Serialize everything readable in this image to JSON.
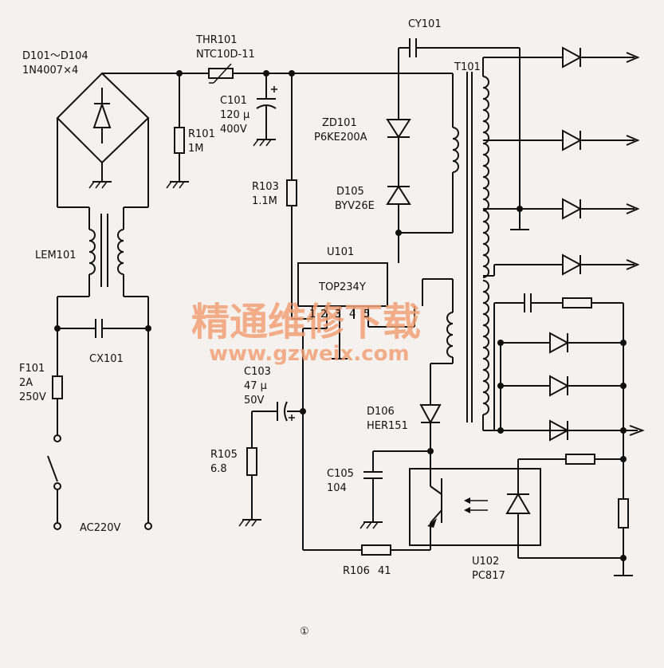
{
  "labels": {
    "d101": "D101～D104",
    "d101_part": "1N4007×4",
    "thr101": "THR101",
    "thr101_part": "NTC10D-11",
    "c101": "C101",
    "c101_val1": "120 μ",
    "c101_val2": "400V",
    "r101": "R101",
    "r101_val": "1M",
    "cy101": "CY101",
    "t101": "T101",
    "zd101": "ZD101",
    "zd101_part": "P6KE200A",
    "d105": "D105",
    "d105_part": "BYV26E",
    "r103": "R103",
    "r103_val": "1.1M",
    "lem101": "LEM101",
    "u101": "U101",
    "u101_part": "TOP234Y",
    "pin1": "1",
    "pin2": "2",
    "pin3": "3",
    "pin4": "4",
    "pin5": "5",
    "cx101": "CX101",
    "f101": "F101",
    "f101_val1": "2A",
    "f101_val2": "250V",
    "c103": "C103",
    "c103_val1": "47 μ",
    "c103_val2": "50V",
    "d106": "D106",
    "d106_part": "HER151",
    "r105": "R105",
    "r105_val": "6.8",
    "c105": "C105",
    "c105_val": "104",
    "ac220v": "AC220V",
    "r106": "R106",
    "r106_val": "41",
    "u102": "U102",
    "u102_part": "PC817",
    "figure_number": "①"
  },
  "watermark": {
    "title": "精通维修下载",
    "url": "www.gzweix.com",
    "color": "#f2a277"
  }
}
